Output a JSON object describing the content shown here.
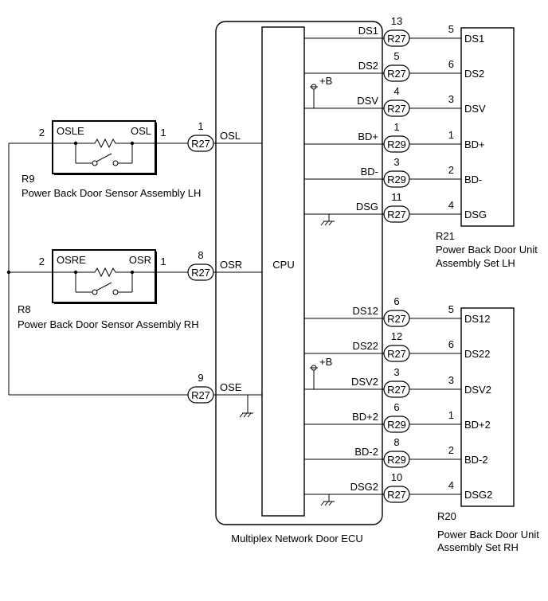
{
  "ecu": {
    "title": "Multiplex Network Door ECU",
    "cpu_label": "CPU"
  },
  "power_label": "+B",
  "ecu_pins": [
    {
      "key": "ds1",
      "name": "DS1",
      "pin": "13",
      "conn": "R27"
    },
    {
      "key": "ds2",
      "name": "DS2",
      "pin": "5",
      "conn": "R27"
    },
    {
      "key": "dsv",
      "name": "DSV",
      "pin": "4",
      "conn": "R27"
    },
    {
      "key": "bdp",
      "name": "BD+",
      "pin": "1",
      "conn": "R29"
    },
    {
      "key": "bdm",
      "name": "BD-",
      "pin": "3",
      "conn": "R29"
    },
    {
      "key": "dsg",
      "name": "DSG",
      "pin": "11",
      "conn": "R27"
    },
    {
      "key": "ds12",
      "name": "DS12",
      "pin": "6",
      "conn": "R27"
    },
    {
      "key": "ds22",
      "name": "DS22",
      "pin": "12",
      "conn": "R27"
    },
    {
      "key": "dsv2",
      "name": "DSV2",
      "pin": "3",
      "conn": "R27"
    },
    {
      "key": "bdp2",
      "name": "BD+2",
      "pin": "6",
      "conn": "R29"
    },
    {
      "key": "bdm2",
      "name": "BD-2",
      "pin": "8",
      "conn": "R29"
    },
    {
      "key": "dsg2",
      "name": "DSG2",
      "pin": "10",
      "conn": "R27"
    },
    {
      "key": "osl",
      "name": "OSL",
      "pin": "1",
      "conn": "R27"
    },
    {
      "key": "osr",
      "name": "OSR",
      "pin": "8",
      "conn": "R27"
    },
    {
      "key": "ose",
      "name": "OSE",
      "pin": "9",
      "conn": "R27"
    }
  ],
  "unit_lh": {
    "code": "R21",
    "name_line1": "Power Back Door Unit",
    "name_line2": "Assembly Set LH",
    "terminals": [
      {
        "name": "DS1",
        "pin": "5"
      },
      {
        "name": "DS2",
        "pin": "6"
      },
      {
        "name": "DSV",
        "pin": "3"
      },
      {
        "name": "BD+",
        "pin": "1"
      },
      {
        "name": "BD-",
        "pin": "2"
      },
      {
        "name": "DSG",
        "pin": "4"
      }
    ]
  },
  "unit_rh": {
    "code": "R20",
    "name_line1": "Power Back Door Unit",
    "name_line2": "Assembly Set RH",
    "terminals": [
      {
        "name": "DS12",
        "pin": "5"
      },
      {
        "name": "DS22",
        "pin": "6"
      },
      {
        "name": "DSV2",
        "pin": "3"
      },
      {
        "name": "BD+2",
        "pin": "1"
      },
      {
        "name": "BD-2",
        "pin": "2"
      },
      {
        "name": "DSG2",
        "pin": "4"
      }
    ]
  },
  "sensor_lh": {
    "code": "R9",
    "name": "Power Back Door Sensor Assembly LH",
    "term_left": "OSLE",
    "term_right": "OSL",
    "pin_left": "2",
    "pin_right": "1"
  },
  "sensor_rh": {
    "code": "R8",
    "name": "Power Back Door Sensor Assembly RH",
    "term_left": "OSRE",
    "term_right": "OSR",
    "pin_left": "2",
    "pin_right": "1"
  }
}
